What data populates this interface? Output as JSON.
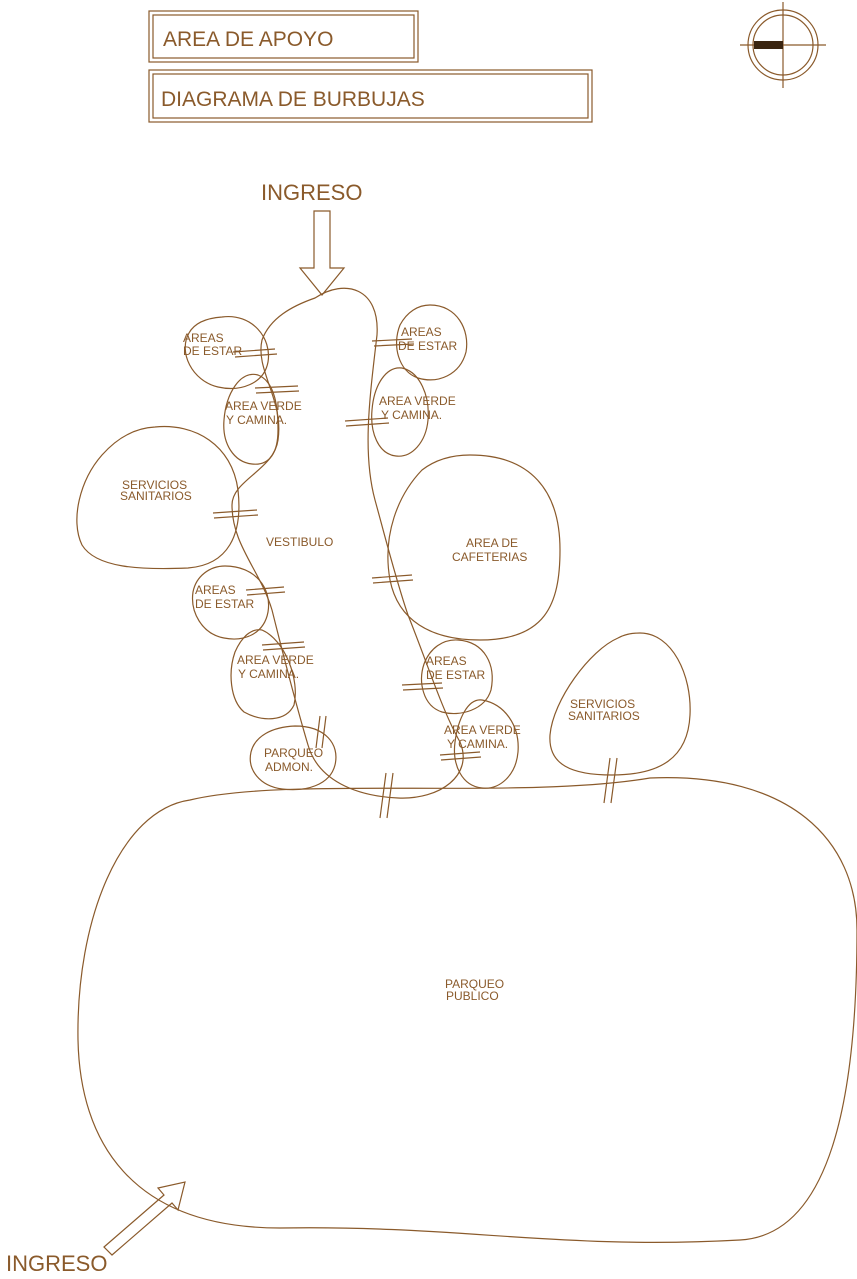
{
  "title_boxes": {
    "area": "AREA DE APOYO",
    "diagram": "DIAGRAMA DE BURBUJAS"
  },
  "entries": {
    "top": "INGRESO",
    "bottom": "INGRESO"
  },
  "bubbles": {
    "areas_estar_1": [
      "AREAS",
      "DE ESTAR"
    ],
    "areas_estar_2": [
      "AREAS",
      "DE ESTAR"
    ],
    "area_verde_1": [
      "AREA VERDE",
      "Y CAMINA."
    ],
    "area_verde_2": [
      "AREA VERDE",
      "Y CAMINA."
    ],
    "servicios_1": [
      "SERVICIOS",
      "SANITARIOS"
    ],
    "vestibulo": "VESTIBULO",
    "cafeterias": [
      "AREA DE",
      "CAFETERIAS"
    ],
    "areas_estar_3": [
      "AREAS",
      "DE ESTAR"
    ],
    "area_verde_3": [
      "AREA VERDE",
      "Y CAMINA."
    ],
    "areas_estar_4": [
      "AREAS",
      "DE ESTAR"
    ],
    "area_verde_4": [
      "AREA VERDE",
      "Y CAMINA."
    ],
    "parqueo_admon": [
      "PARQUEO",
      "ADMON."
    ],
    "servicios_2": [
      "SERVICIOS",
      "SANITARIOS"
    ],
    "parqueo_publico": [
      "PARQUEO",
      "PUBLICO"
    ]
  },
  "colors": {
    "ink": "#8a5a2b",
    "background": "#ffffff"
  },
  "icons": {
    "north": "north-arrow-icon"
  }
}
